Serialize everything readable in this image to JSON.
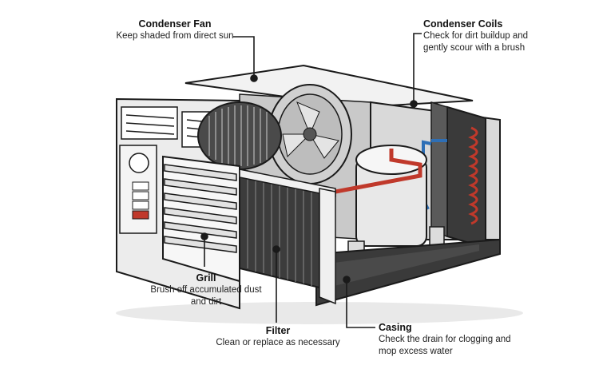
{
  "labels": {
    "condenser_fan": {
      "title": "Condenser Fan",
      "desc": "Keep shaded from direct sun"
    },
    "condenser_coils": {
      "title": "Condenser Coils",
      "desc": "Check for dirt buildup and gently scour with a brush"
    },
    "grill": {
      "title": "Grill",
      "desc": "Brush off accumulated dust and dirt"
    },
    "filter": {
      "title": "Filter",
      "desc": "Clean or replace as necessary"
    },
    "casing": {
      "title": "Casing",
      "desc": "Check the drain for clogging and mop excess water"
    }
  },
  "colors": {
    "outline": "#1a1a1a",
    "casing_light": "#ececec",
    "casing_mid": "#cfcfcf",
    "casing_dark": "#9a9a9a",
    "coil_red": "#c0392b",
    "coil_blue": "#2e6fb6",
    "compressor": "#e6e6e6"
  }
}
